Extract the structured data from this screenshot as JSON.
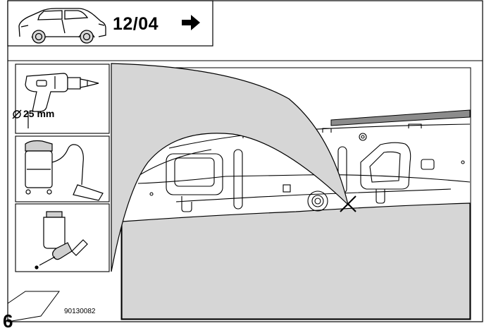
{
  "header": {
    "model_year": "12/04",
    "arrow_icon": "right-arrow-icon"
  },
  "tools": {
    "drill_diameter": "25 mm",
    "icons": [
      "drill-icon",
      "vacuum-cleaner-icon",
      "paint-bottle-icon"
    ]
  },
  "footer": {
    "doc_code": "90130082",
    "step_number": "6"
  },
  "colors": {
    "line": "#000000",
    "grey_fill": "#d6d6d6",
    "seal_strip": "#8c8c8c"
  }
}
